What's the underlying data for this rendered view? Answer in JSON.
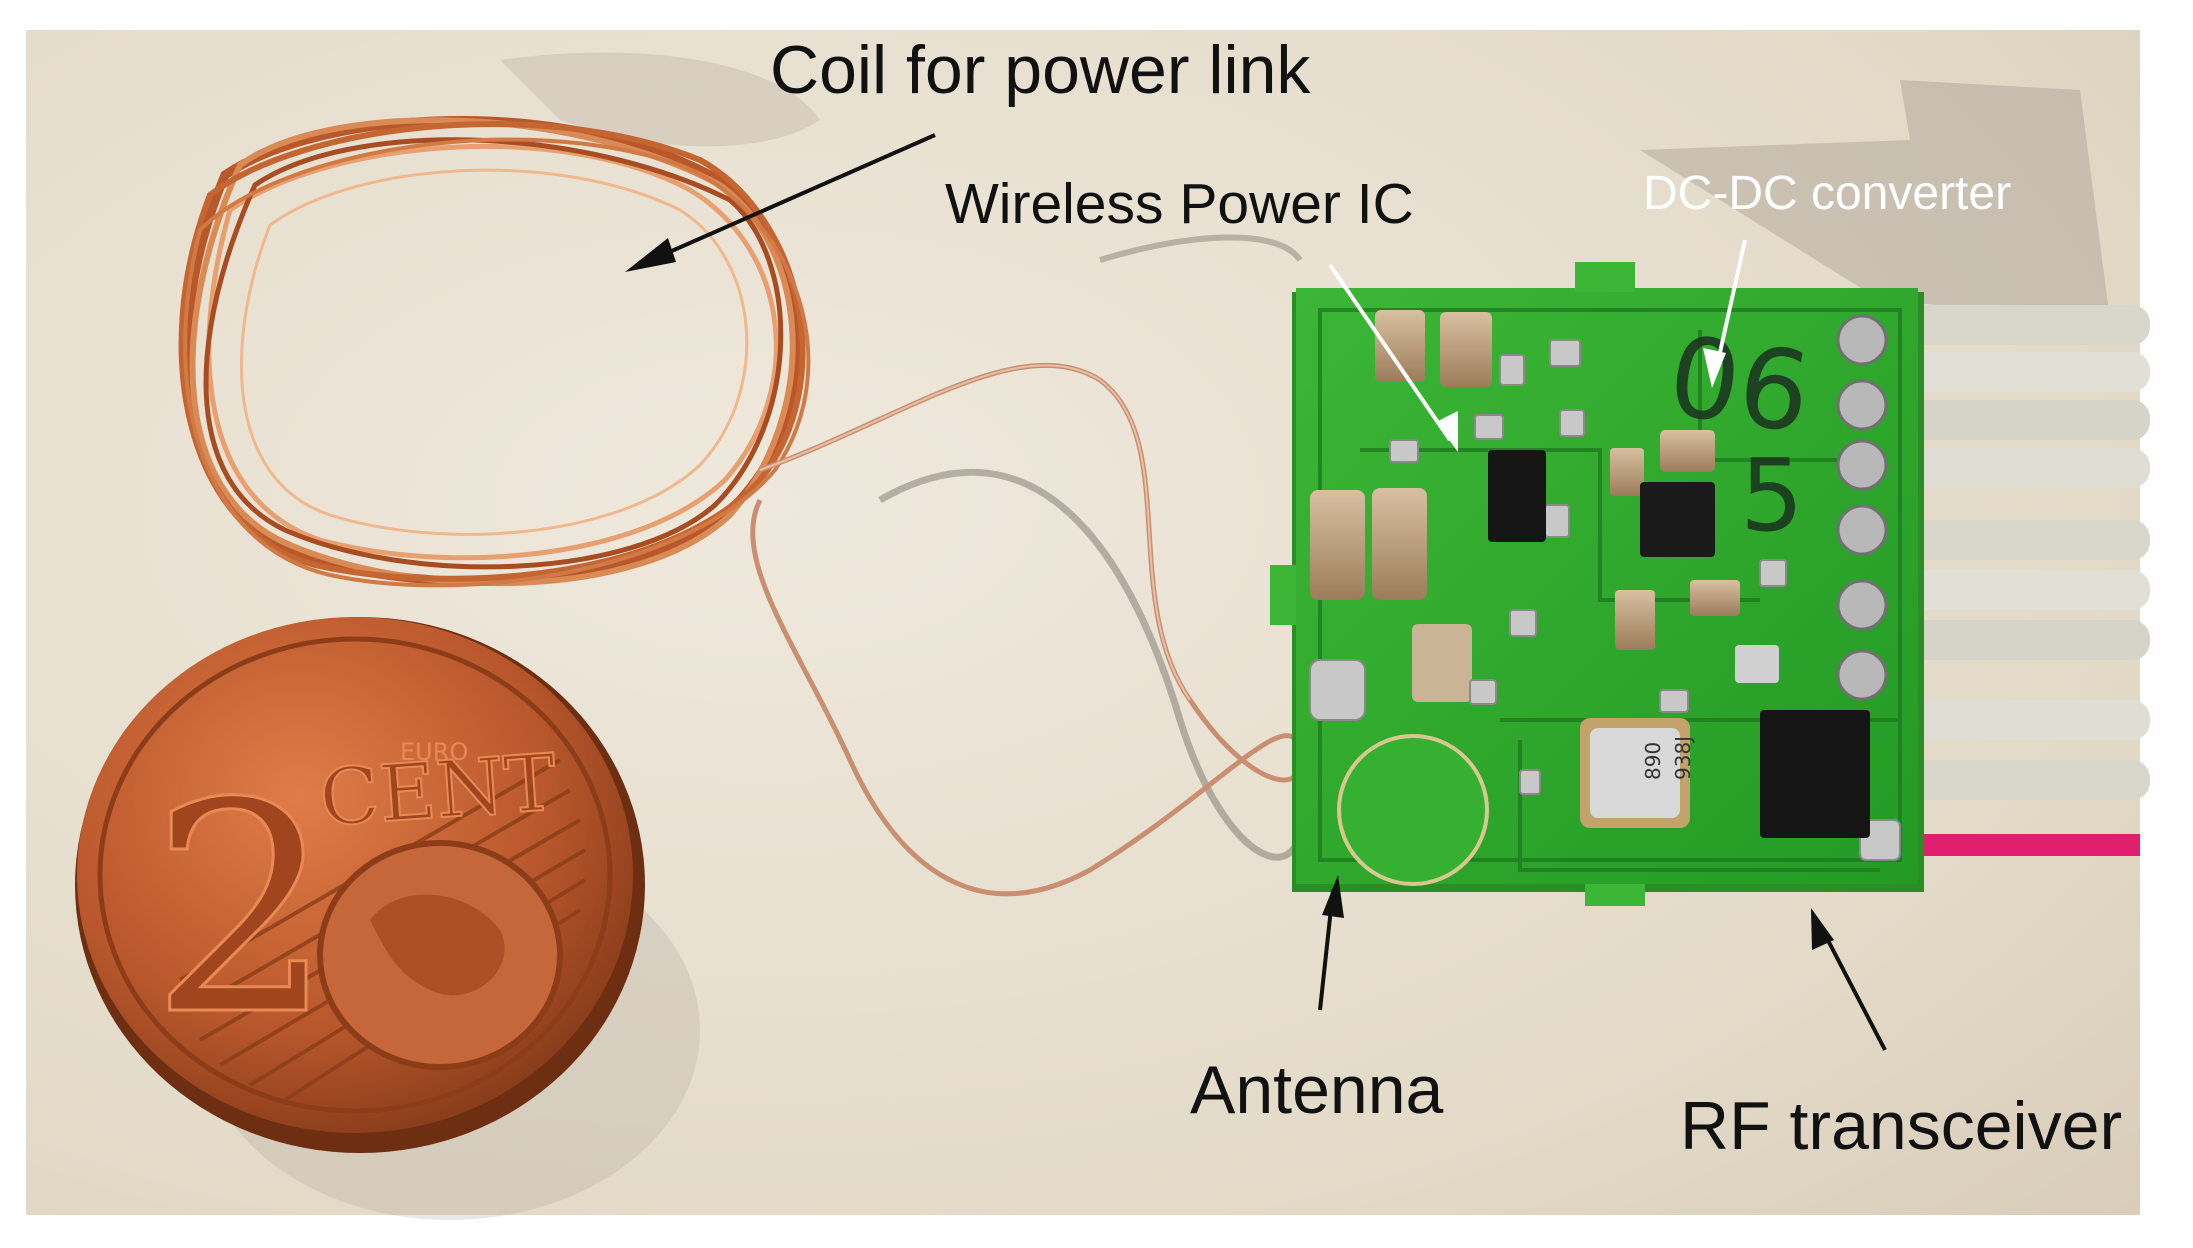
{
  "image": {
    "description_icons": [
      "copper-coil",
      "euro-cent-coin",
      "circuit-board",
      "wire-bundle"
    ],
    "colors": {
      "background": "#e8e0d2",
      "pcb": "#2fa52a",
      "copper": "#c5703e",
      "coin": "#b2542b",
      "label_dark": "#111111",
      "label_light": "#ffffff",
      "pink_wire": "#e0206e"
    }
  },
  "labels": {
    "coil": "Coil for power link",
    "wireless_power_ic": "Wireless Power IC",
    "dcdc_converter": "DC-DC converter",
    "antenna": "Antenna",
    "rf_transceiver": "RF transceiver"
  },
  "coin": {
    "numeral": "2",
    "word": "CENT",
    "small_text": "EURO"
  },
  "board": {
    "handwriting": [
      "06",
      "5"
    ],
    "crystal_marking": [
      "890",
      "938J"
    ]
  }
}
